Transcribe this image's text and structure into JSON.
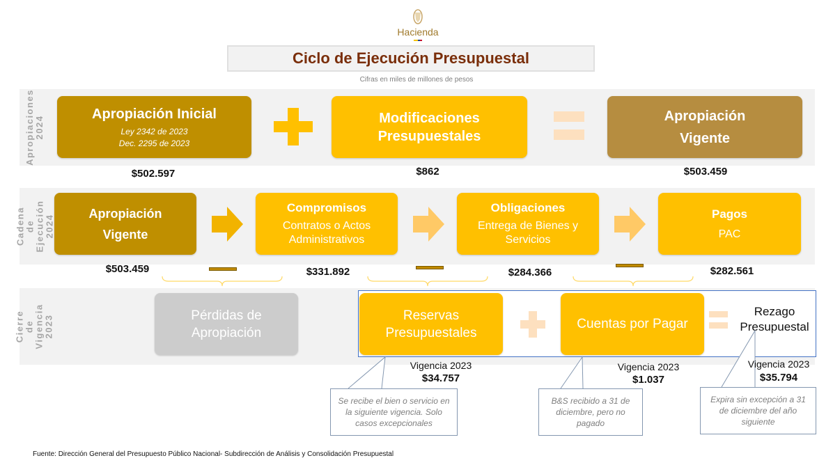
{
  "header": {
    "brand": "Hacienda",
    "title": "Ciclo de Ejecución Presupuestal",
    "subtitle": "Cifras en miles de millones de pesos"
  },
  "colors": {
    "dark_gold": "#bf8f00",
    "yellow": "#ffc000",
    "tan": "#b68d40",
    "light_peach": "#fde0bf",
    "gray": "#cccccc",
    "title": "#7a2e0a"
  },
  "row1": {
    "label": "Apropiaciones 2024",
    "box1": {
      "title": "Apropiación Inicial",
      "line1": "Ley 2342 de 2023",
      "line2": "Dec. 2295 de 2023",
      "value": "$502.597"
    },
    "box2": {
      "title": "Modificaciones Presupuestales",
      "value": "$862"
    },
    "box3": {
      "title": "Apropiación Vigente",
      "value": "$503.459"
    }
  },
  "row2": {
    "label": "Cadena de Ejecución 2024",
    "boxes": [
      {
        "title": "Apropiación Vigente",
        "sub": "",
        "value": "$503.459"
      },
      {
        "title": "Compromisos",
        "sub": "Contratos o Actos Administrativos",
        "value": "$331.892"
      },
      {
        "title": "Obligaciones",
        "sub": "Entrega de Bienes y Servicios",
        "value": "$284.366"
      },
      {
        "title": "Pagos",
        "sub": "PAC",
        "value": "$282.561"
      }
    ]
  },
  "row3": {
    "label": "Cierre de Vigencia 2023",
    "perdidas": "Pérdidas de Apropiación",
    "reservas": {
      "title": "Reservas Presupuestales",
      "vigencia": "Vigencia 2023",
      "value": "$34.757",
      "note": "Se recibe el bien o servicio en la siguiente vigencia. Solo casos excepcionales"
    },
    "cuentas": {
      "title": "Cuentas por Pagar",
      "vigencia": "Vigencia 2023",
      "value": "$1.037",
      "note": "B&S recibido a 31 de diciembre, pero no pagado"
    },
    "rezago": {
      "title": "Rezago Presupuestal",
      "vigencia": "Vigencia 2023",
      "value": "$35.794",
      "note": "Expira sin excepción a 31 de diciembre del año siguiente"
    }
  },
  "footer": "Fuente: Dirección General del Presupuesto Público Nacional- Subdirección de Análisis y Consolidación Presupuestal"
}
